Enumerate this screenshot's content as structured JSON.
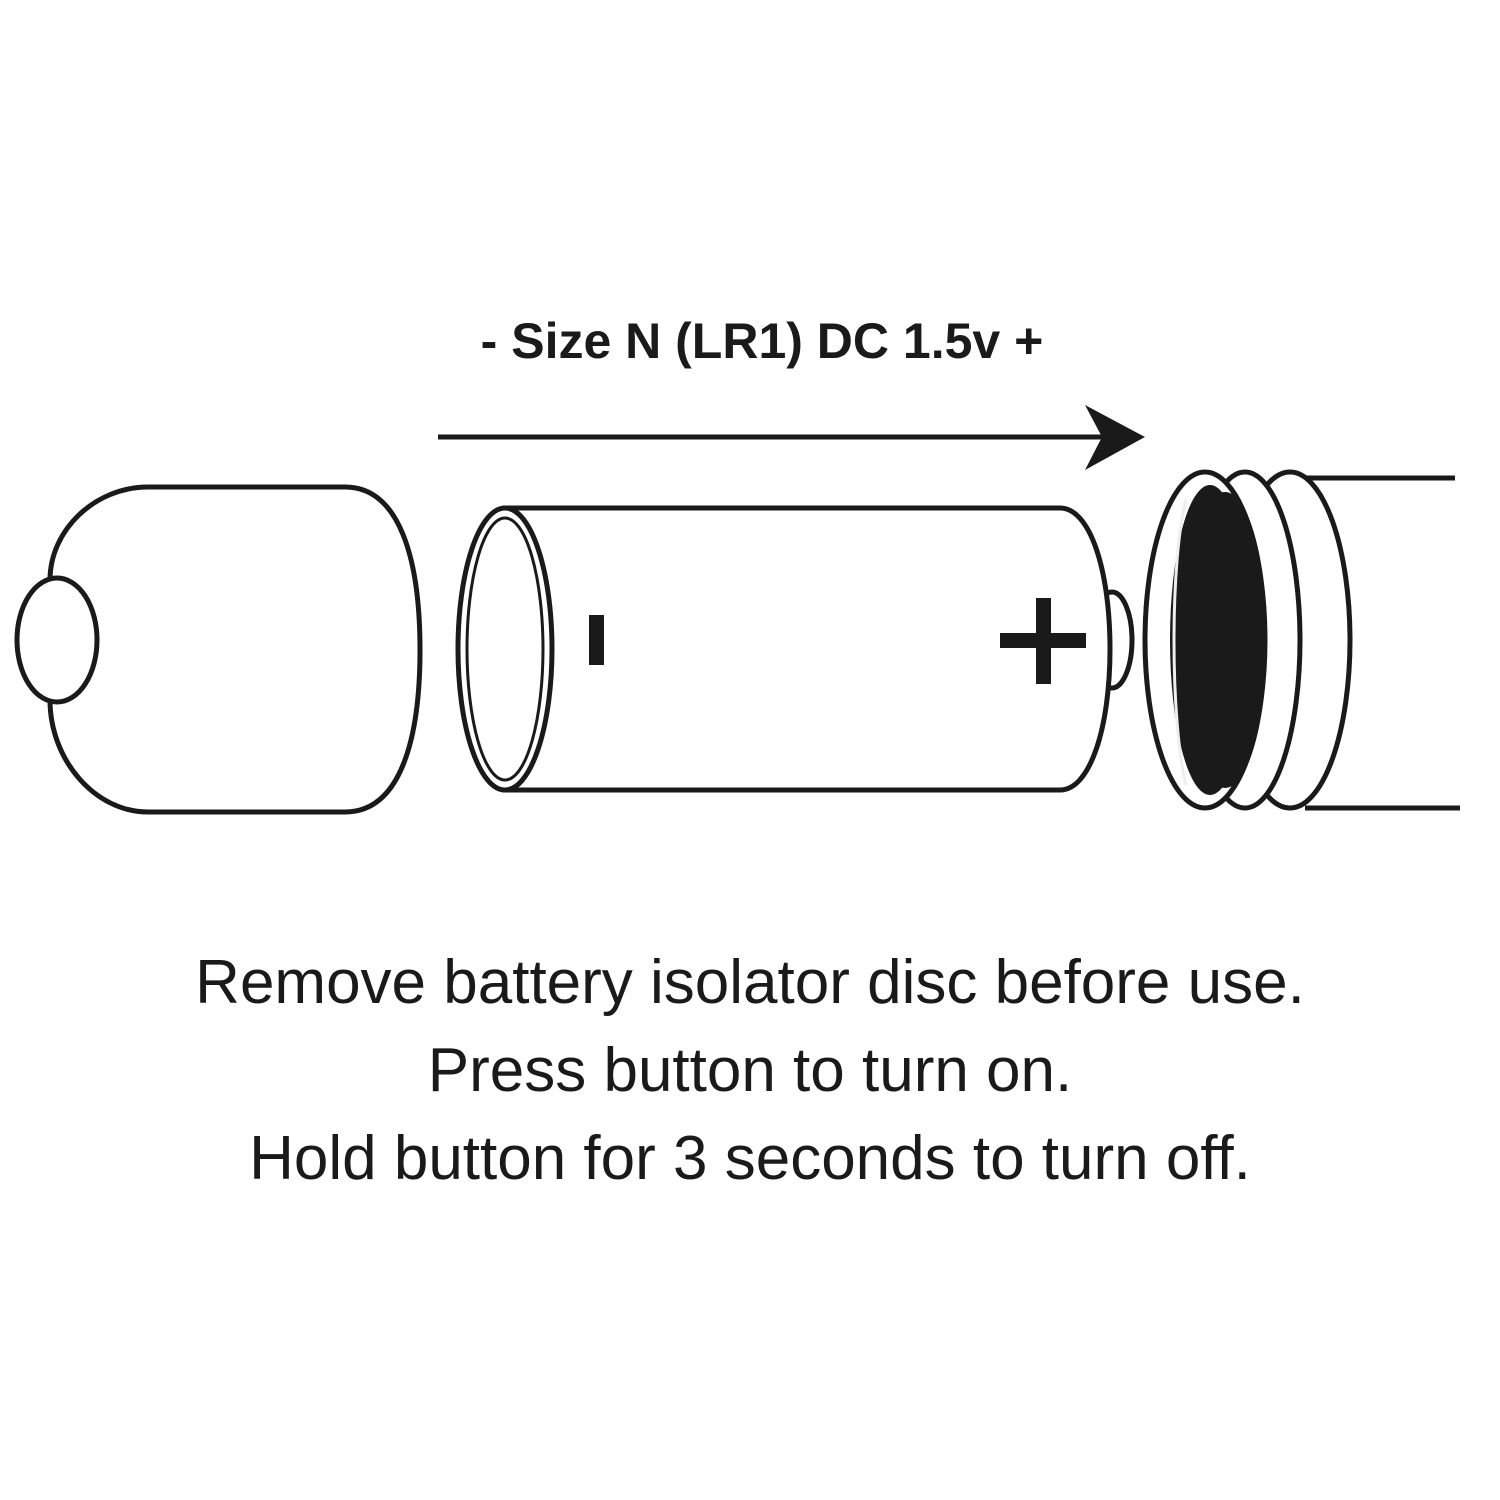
{
  "heading": "- Size N (LR1) DC 1.5v +",
  "battery": {
    "minus_label": "-",
    "plus_label": "+"
  },
  "instructions": [
    "Remove battery isolator disc before use.",
    "Press button to turn on.",
    "Hold button for 3 seconds to turn off."
  ],
  "colors": {
    "ink": "#1a1a1a",
    "background": "#ffffff"
  }
}
